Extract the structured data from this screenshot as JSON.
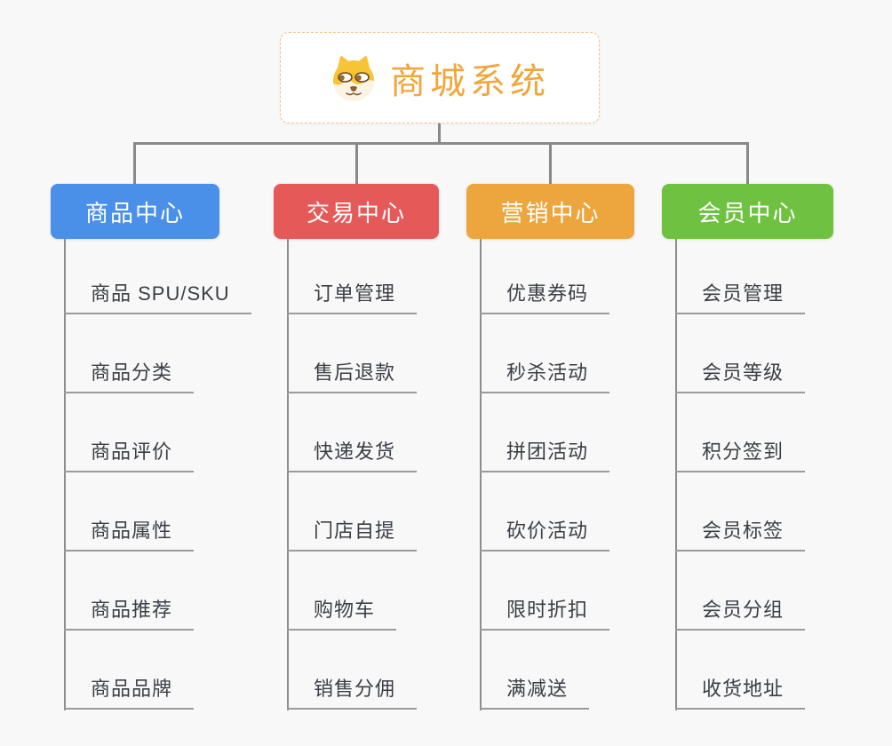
{
  "root": {
    "title": "商城系统",
    "icon": "dog-face-icon",
    "title_color": "#f0a63c",
    "border_color": "#eec27f"
  },
  "connector_color": "#898989",
  "branches": [
    {
      "label": "商品中心",
      "color": "#4a90e8",
      "items": [
        "商品 SPU/SKU",
        "商品分类",
        "商品评价",
        "商品属性",
        "商品推荐",
        "商品品牌"
      ]
    },
    {
      "label": "交易中心",
      "color": "#e55a58",
      "items": [
        "订单管理",
        "售后退款",
        "快递发货",
        "门店自提",
        "购物车",
        "销售分佣"
      ]
    },
    {
      "label": "营销中心",
      "color": "#eca63d",
      "items": [
        "优惠券码",
        "秒杀活动",
        "拼团活动",
        "砍价活动",
        "限时折扣",
        "满减送"
      ]
    },
    {
      "label": "会员中心",
      "color": "#6fc241",
      "items": [
        "会员管理",
        "会员等级",
        "积分签到",
        "会员标签",
        "会员分组",
        "收货地址"
      ]
    }
  ]
}
